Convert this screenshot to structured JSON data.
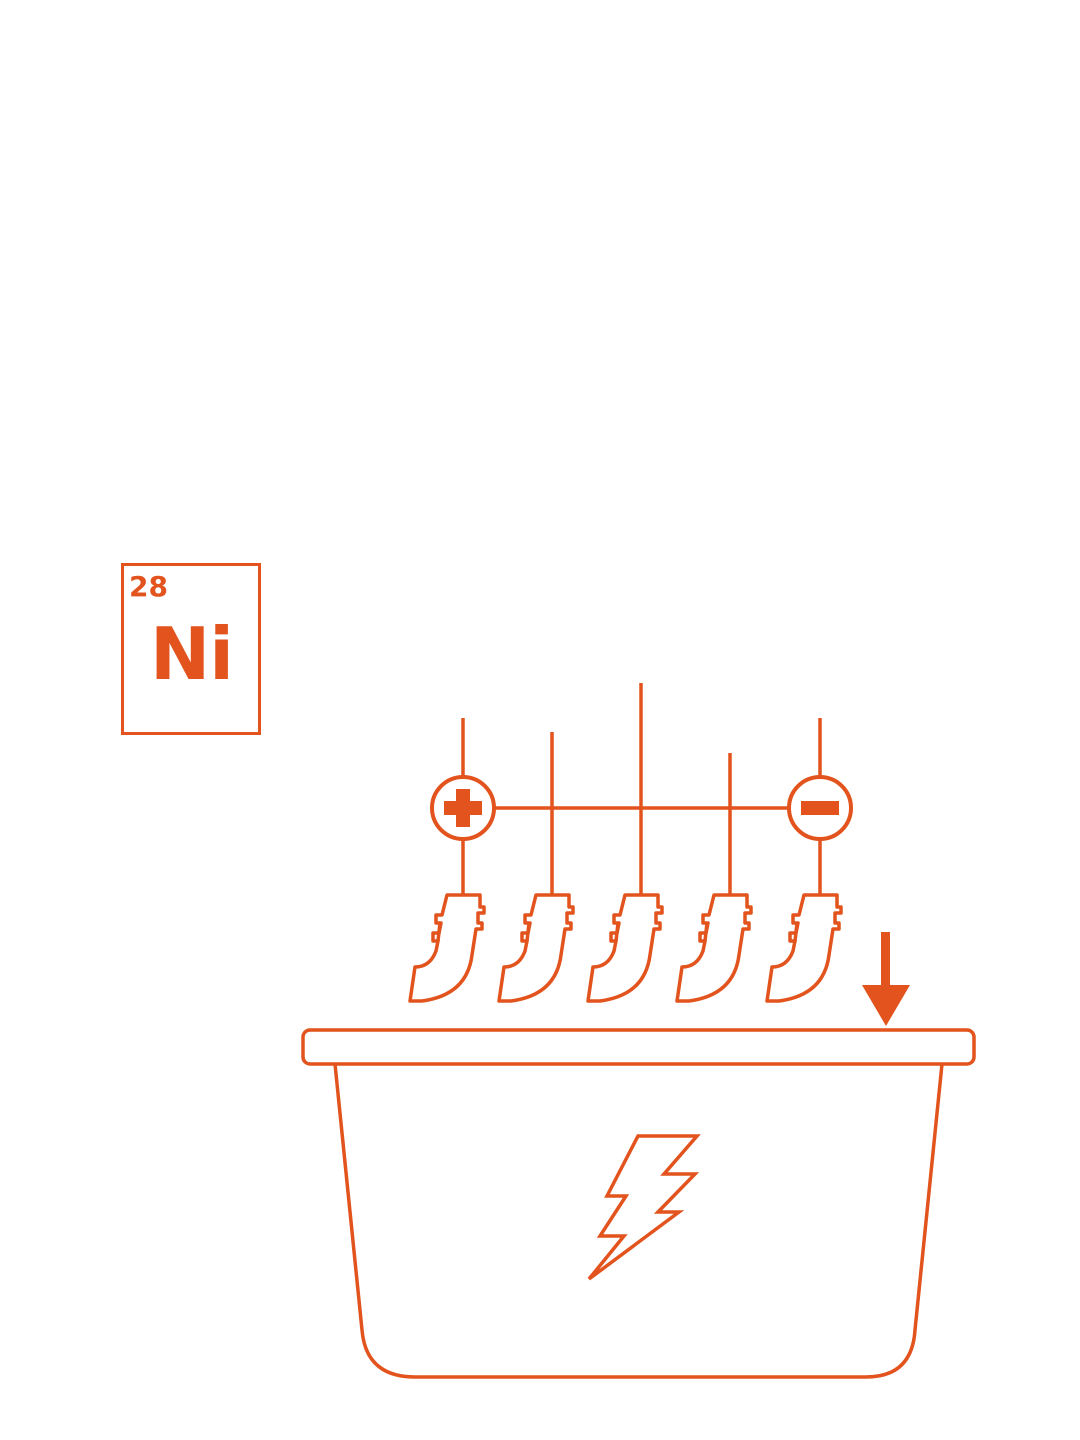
{
  "element": {
    "atomic_number": "28",
    "symbol": "Ni"
  },
  "colors": {
    "accent": "#e2531d",
    "background": "#ffffff"
  },
  "icons": {
    "positive_terminal": "plus-circle-icon",
    "negative_terminal": "minus-circle-icon",
    "electricity": "lightning-bolt-icon",
    "direction": "arrow-down-icon"
  },
  "diagram": {
    "hook_count": 5
  }
}
